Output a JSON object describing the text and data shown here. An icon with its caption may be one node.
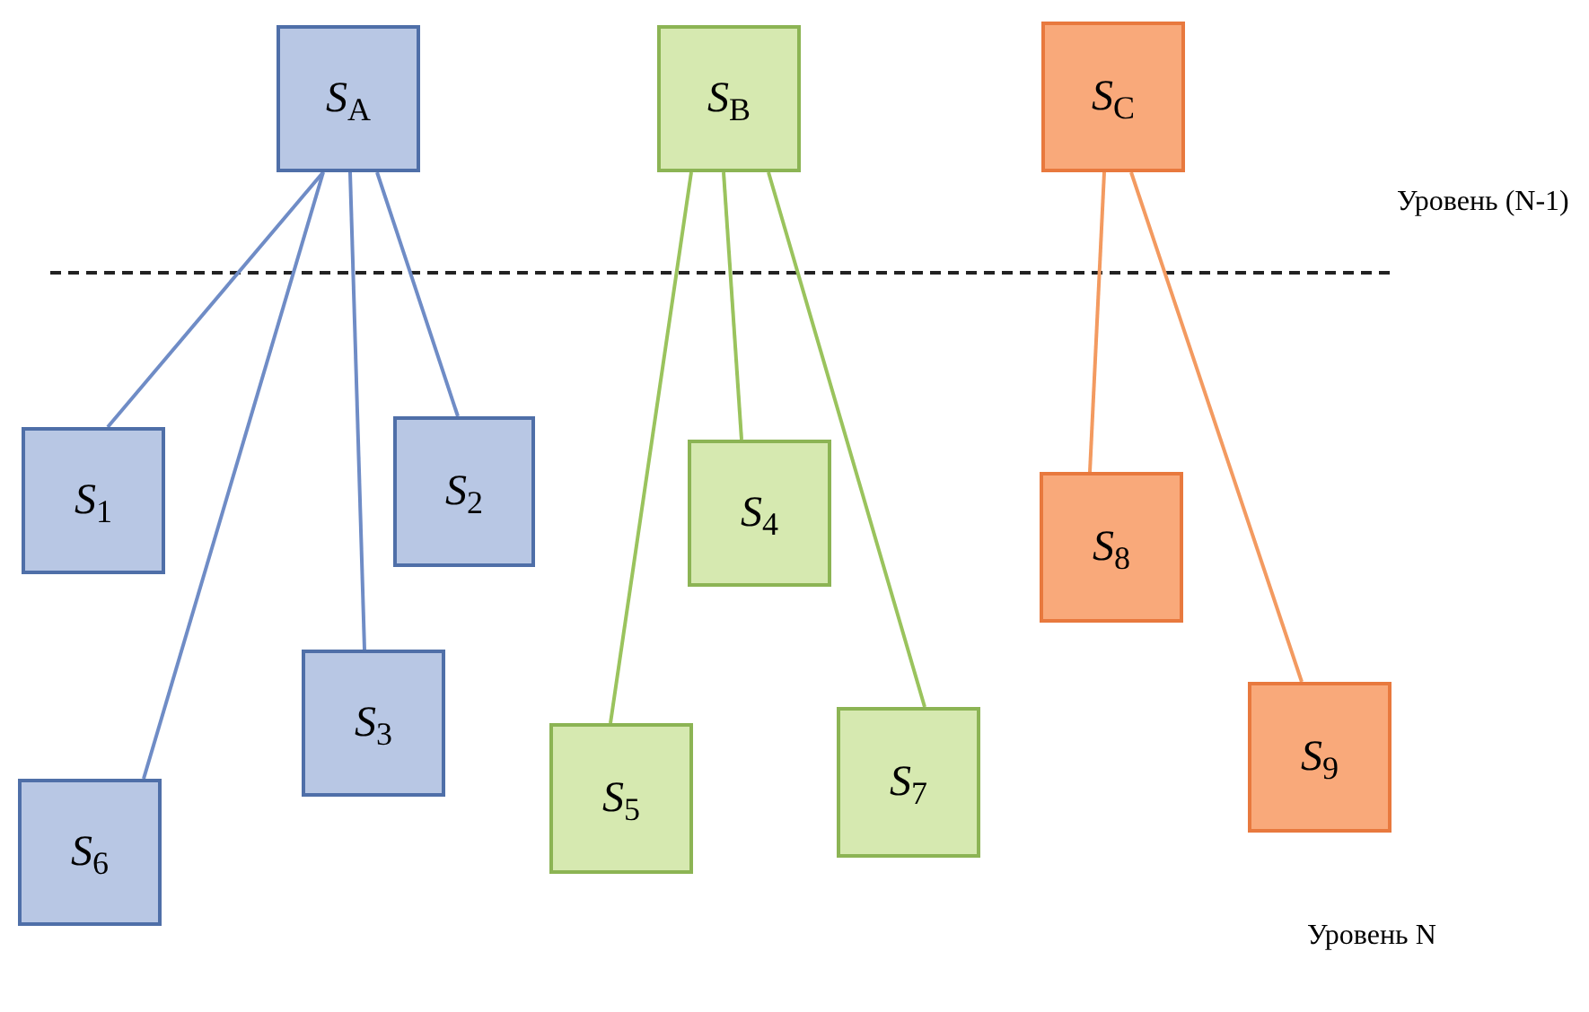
{
  "diagram": {
    "nodes": [
      {
        "text": [
          "*S*$_{A}$"
        ]
      },
      {
        "text": [
          "*S*$_{B}$"
        ]
      },
      {
        "text": [
          "*S*$_{C}$"
        ]
      },
      {
        "text": [
          "*S*$_{1}$"
        ]
      },
      {
        "text": [
          "*S*$_{2}$"
        ]
      },
      {
        "text": [
          "*S*$_{3}$"
        ]
      },
      {
        "text": [
          "*S*$_{4}$"
        ]
      },
      {
        "text": [
          "*S*$_{5}$"
        ]
      },
      {
        "text": [
          "*S*$_{6}$"
        ]
      },
      {
        "text": [
          "*S*$_{7}$"
        ]
      },
      {
        "text": [
          "*S*$_{8}$"
        ]
      },
      {
        "text": [
          "*S*$_{9}$"
        ]
      }
    ],
    "edges": [
      {
        "from": 0,
        "to": 3,
        "arrow": "none"
      },
      {
        "from": 0,
        "to": 4,
        "arrow": "none"
      },
      {
        "from": 0,
        "to": 5,
        "arrow": "none"
      },
      {
        "from": 0,
        "to": 8,
        "arrow": "none"
      },
      {
        "from": 1,
        "to": 6,
        "arrow": "none",
        "color": "#9ac35d"
      },
      {
        "from": 1,
        "to": 7,
        "arrow": "none",
        "color": "#9ac35d"
      },
      {
        "from": 1,
        "to": 9,
        "arrow": "none",
        "color": "#9ac35d"
      },
      {
        "from": 2,
        "to": 10,
        "arrow": "none",
        "color": "#f39a60"
      },
      {
        "from": 2,
        "to": 11,
        "arrow": "none",
        "color": "#f39a60"
      }
    ],
    "labels": [
      "Уровень (N-1)",
      "Уровень N"
    ]
  }
}
